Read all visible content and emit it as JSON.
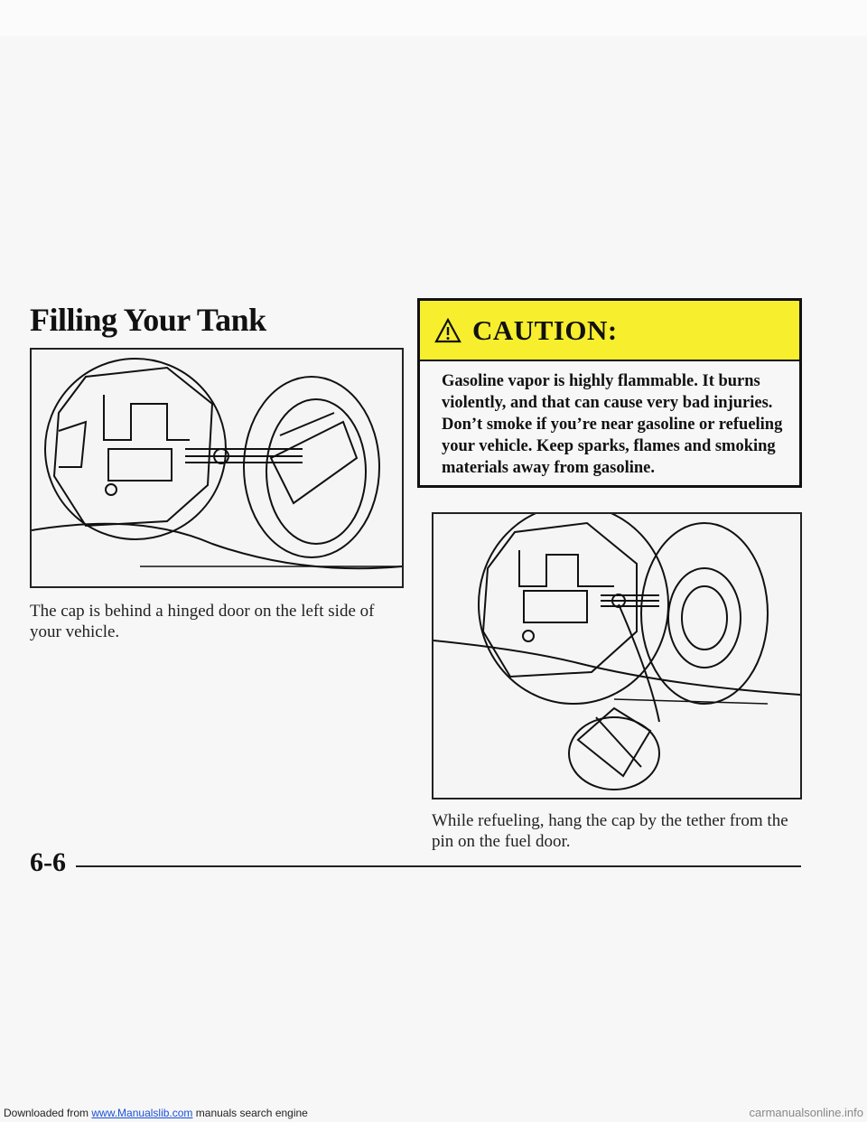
{
  "page": {
    "title": "Filling Your Tank",
    "page_number": "6-6"
  },
  "figures": {
    "fuel_door_closed_cap": {
      "caption": "The cap is behind a hinged door on the left side of your vehicle."
    },
    "cap_on_tether": {
      "caption": "While refueling, hang the cap by the tether from the pin on the fuel door."
    }
  },
  "caution": {
    "title": "CAUTION:",
    "icon": "warning-triangle-icon",
    "accent_color": "#f7ee2e",
    "body": "Gasoline vapor is highly flammable. It burns violently, and that can cause very bad injuries. Don’t smoke if you’re near gasoline or refueling your vehicle. Keep sparks, flames and smoking materials away from gasoline."
  },
  "footer": {
    "prefix": "Downloaded from ",
    "link_text": "www.Manualslib.com",
    "suffix": " manuals search engine",
    "watermark": "carmanualsonline.info"
  }
}
